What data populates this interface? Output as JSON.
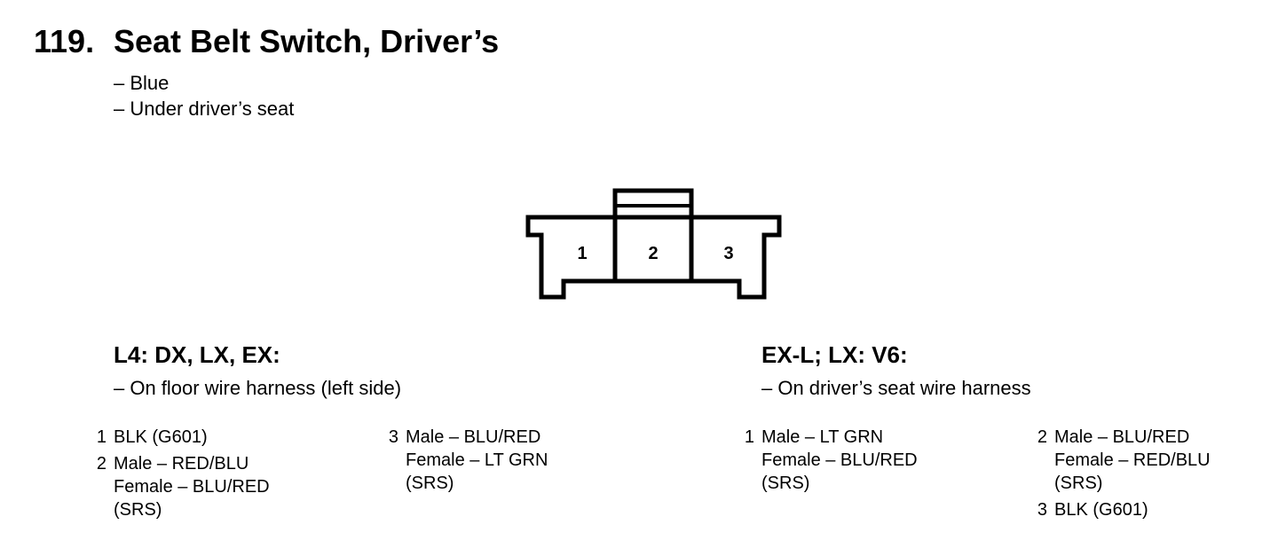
{
  "header": {
    "number": "119.",
    "title": "Seat Belt Switch, Driver’s",
    "notes": [
      "– Blue",
      "– Under driver’s seat"
    ]
  },
  "connector": {
    "cavities": [
      "1",
      "2",
      "3"
    ]
  },
  "groups": [
    {
      "title": "L4: DX, LX, EX:",
      "note": "– On floor wire harness (left side)",
      "pins": [
        {
          "num": "1",
          "lines": [
            "BLK (G601)"
          ]
        },
        {
          "num": "2",
          "lines": [
            "Male – RED/BLU",
            "Female – BLU/RED",
            "(SRS)"
          ]
        },
        {
          "num": "3",
          "lines": [
            "Male – BLU/RED",
            "Female – LT GRN",
            "(SRS)"
          ]
        }
      ]
    },
    {
      "title": "EX-L; LX: V6:",
      "note": "– On driver’s seat wire harness",
      "pins": [
        {
          "num": "1",
          "lines": [
            "Male – LT GRN",
            "Female – BLU/RED",
            "(SRS)"
          ]
        },
        {
          "num": "2",
          "lines": [
            "Male – BLU/RED",
            "Female – RED/BLU",
            "(SRS)"
          ]
        },
        {
          "num": "3",
          "lines": [
            "BLK (G601)"
          ]
        }
      ]
    }
  ]
}
